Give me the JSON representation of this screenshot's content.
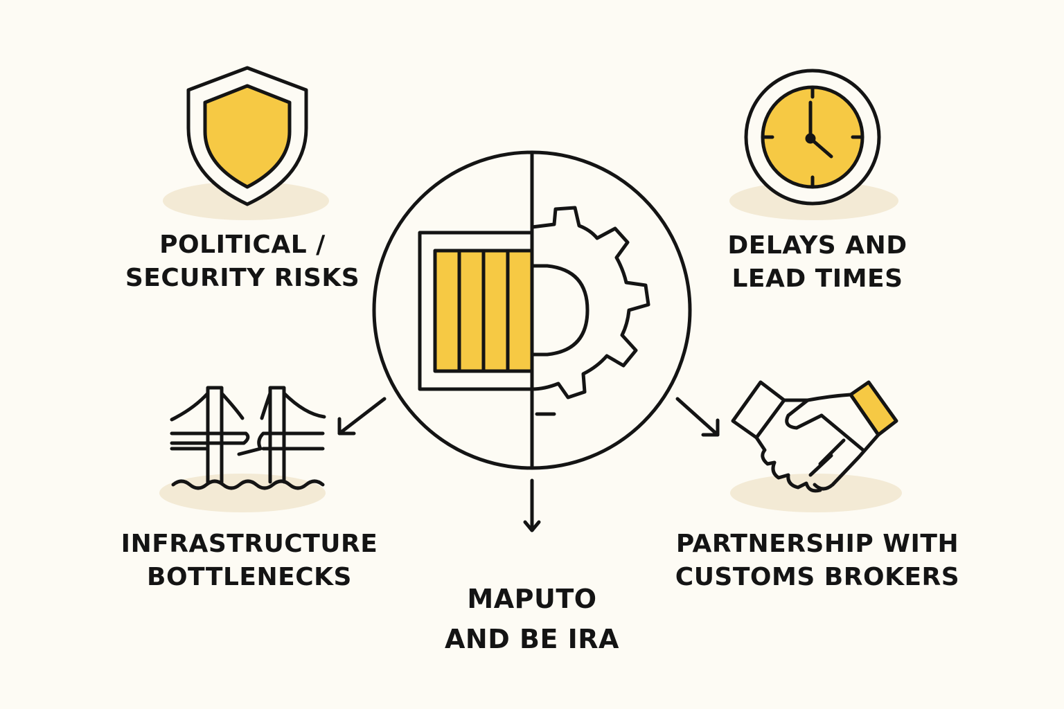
{
  "colors": {
    "background": "#fdfbf4",
    "accent_yellow": "#f6c944",
    "ink": "#141414",
    "shadow": "#f3ead5"
  },
  "icons": {
    "top_left": "shield-icon",
    "top_right": "clock-icon",
    "bottom_left": "broken-bridge-icon",
    "bottom_right": "handshake-icon",
    "center": "container-gear-icon"
  },
  "labels": {
    "political": {
      "line1": "POLITICAL /",
      "line2": "SECURITY RISKS"
    },
    "delays": {
      "line1": "DELAYS AND",
      "line2": "LEAD TIMES"
    },
    "infrastructure": {
      "line1": "INFRASTRUCTURE",
      "line2": "BOTTLENECKS"
    },
    "partnership": {
      "line1": "PARTNERSHIP WITH",
      "line2": "CUSTOMS BROKERS"
    },
    "ports": {
      "line1": "MAPUTO",
      "line2": "AND BE IRA"
    }
  }
}
